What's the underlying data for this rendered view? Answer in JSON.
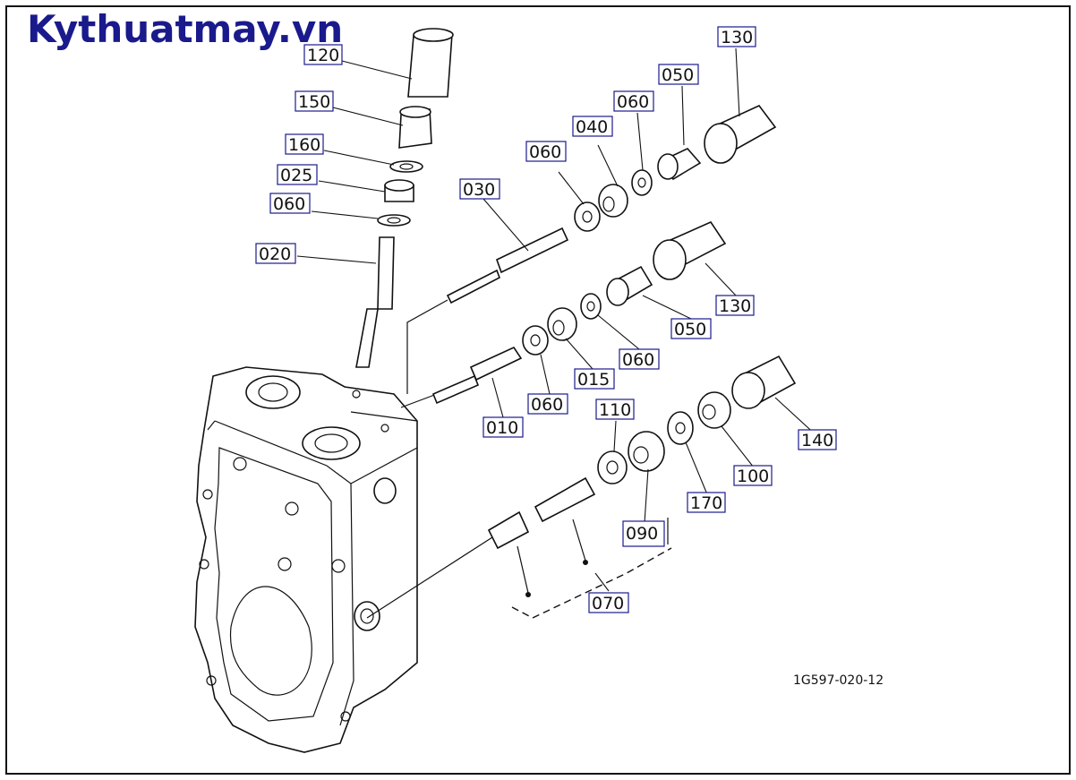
{
  "watermark": "Kythuatmay.vn",
  "diagram_id": "1G597-020-12",
  "colors": {
    "watermark": "#1a1a8c",
    "label_border": "#1a1a8c",
    "line": "#111111"
  },
  "labels": [
    {
      "id": "lbl-120a",
      "text": "120"
    },
    {
      "id": "lbl-150",
      "text": "150"
    },
    {
      "id": "lbl-160",
      "text": "160"
    },
    {
      "id": "lbl-025",
      "text": "025"
    },
    {
      "id": "lbl-060a",
      "text": "060"
    },
    {
      "id": "lbl-020",
      "text": "020"
    },
    {
      "id": "lbl-030",
      "text": "030"
    },
    {
      "id": "lbl-060b",
      "text": "060"
    },
    {
      "id": "lbl-040",
      "text": "040"
    },
    {
      "id": "lbl-060c",
      "text": "060"
    },
    {
      "id": "lbl-050a",
      "text": "050"
    },
    {
      "id": "lbl-130a",
      "text": "130"
    },
    {
      "id": "lbl-130b",
      "text": "130"
    },
    {
      "id": "lbl-050b",
      "text": "050"
    },
    {
      "id": "lbl-060d",
      "text": "060"
    },
    {
      "id": "lbl-015",
      "text": "015"
    },
    {
      "id": "lbl-060e",
      "text": "060"
    },
    {
      "id": "lbl-010",
      "text": "010"
    },
    {
      "id": "lbl-110",
      "text": "110"
    },
    {
      "id": "lbl-140",
      "text": "140"
    },
    {
      "id": "lbl-100",
      "text": "100"
    },
    {
      "id": "lbl-170",
      "text": "170"
    },
    {
      "id": "lbl-090",
      "text": "090"
    },
    {
      "id": "lbl-070",
      "text": "070"
    }
  ]
}
